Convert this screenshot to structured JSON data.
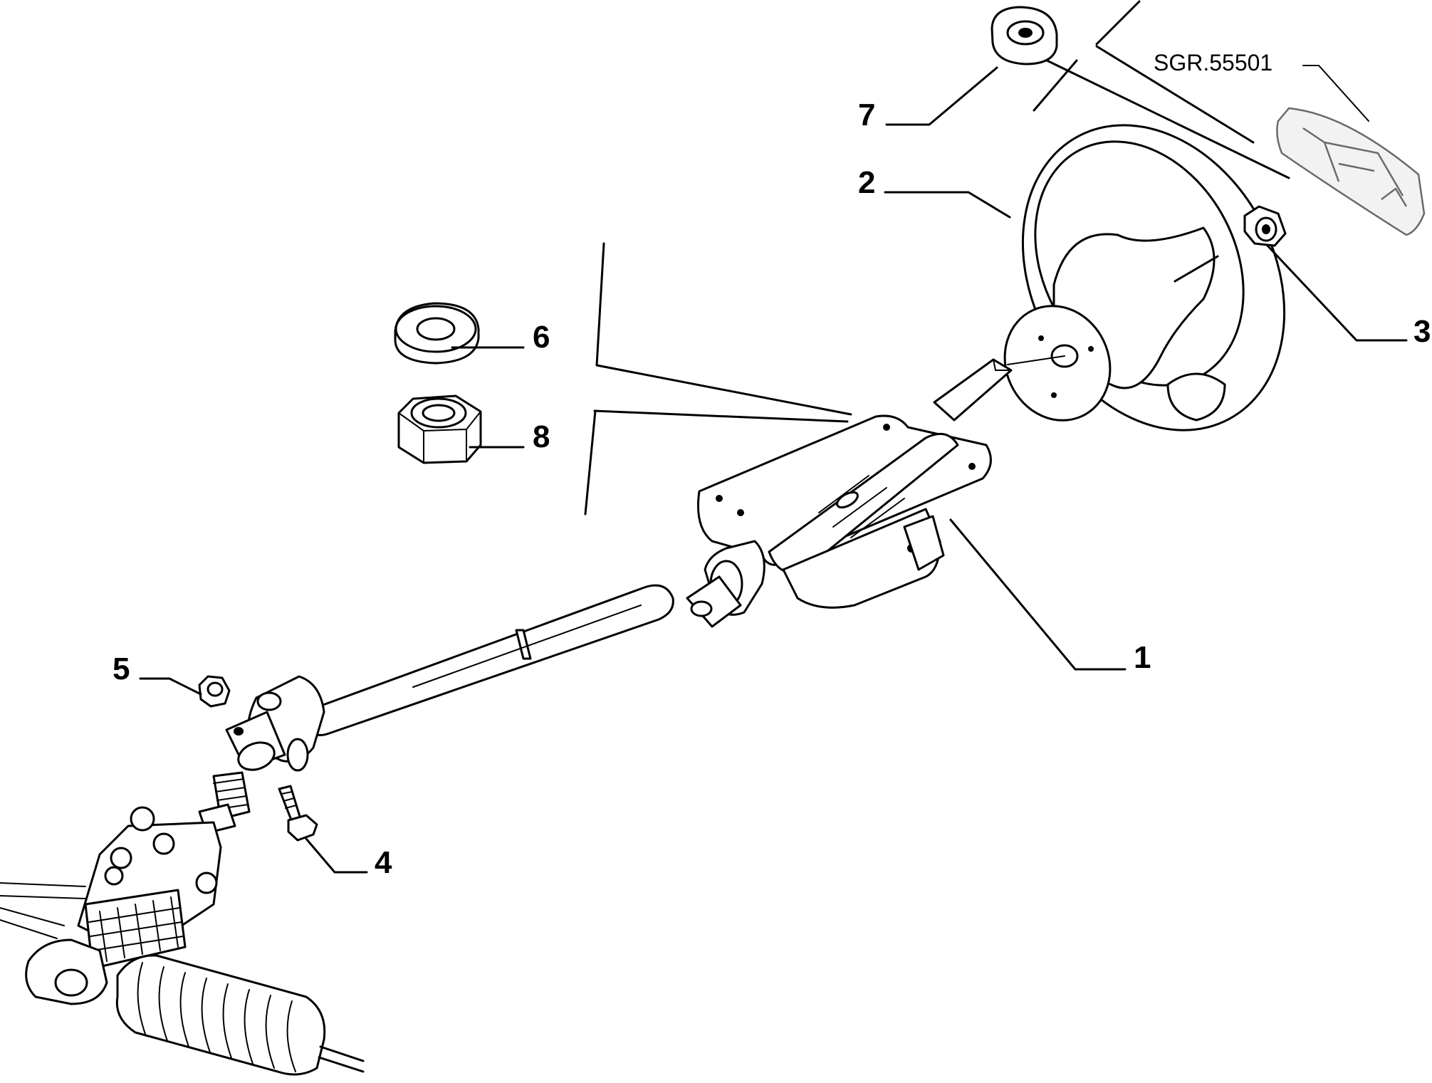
{
  "diagram": {
    "reference_code": "SGR.55501",
    "callouts": [
      {
        "id": "1",
        "label": "1",
        "part": "steering-column"
      },
      {
        "id": "2",
        "label": "2",
        "part": "steering-wheel"
      },
      {
        "id": "3",
        "label": "3",
        "part": "wheel-nut"
      },
      {
        "id": "4",
        "label": "4",
        "part": "pinch-bolt"
      },
      {
        "id": "5",
        "label": "5",
        "part": "self-locking-nut"
      },
      {
        "id": "6",
        "label": "6",
        "part": "washer"
      },
      {
        "id": "7",
        "label": "7",
        "part": "spacer-bush"
      },
      {
        "id": "8",
        "label": "8",
        "part": "hex-nut"
      }
    ]
  }
}
